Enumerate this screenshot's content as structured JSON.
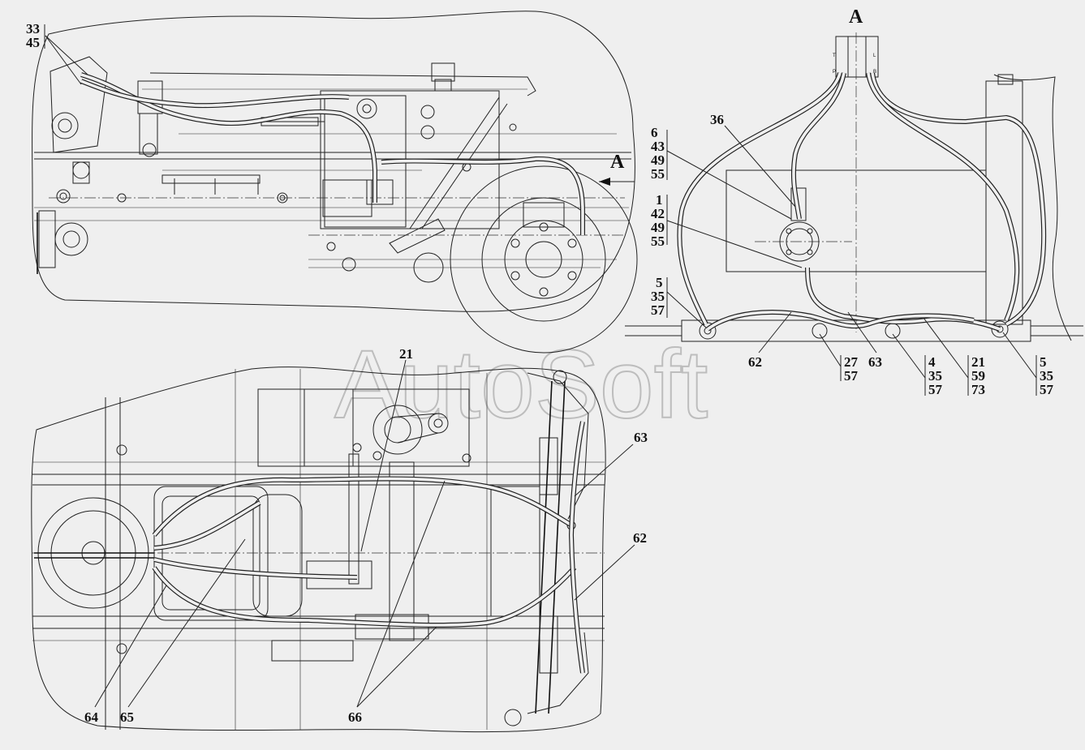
{
  "watermark": "AutoSoft",
  "view_marks": {
    "top": "A",
    "arrow": "A"
  },
  "ports": {
    "t": "T",
    "l": "L",
    "p": "P",
    "b": "B"
  },
  "callouts": {
    "c33_45": [
      "33",
      "45"
    ],
    "c36": "36",
    "c6_43_49_55": [
      "6",
      "43",
      "49",
      "55"
    ],
    "c1_42_49_55": [
      "1",
      "42",
      "49",
      "55"
    ],
    "c5_35_57_left": [
      "5",
      "35",
      "57"
    ],
    "c62_top": "62",
    "c27_57": [
      "27",
      "57"
    ],
    "c63_top": "63",
    "c4_35_57": [
      "4",
      "35",
      "57"
    ],
    "c21_59_73": [
      "21",
      "59",
      "73"
    ],
    "c5_35_57_right": [
      "5",
      "35",
      "57"
    ],
    "c21_bottom": "21",
    "c63_bottom": "63",
    "c62_bottom": "62",
    "c64": "64",
    "c65": "65",
    "c66": "66"
  }
}
